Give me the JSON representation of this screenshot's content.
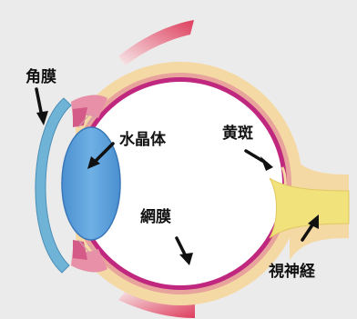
{
  "labels": {
    "cornea": "角膜",
    "lens": "水晶体",
    "macula": "黄斑",
    "retina": "網膜",
    "optic_nerve": "視神経"
  },
  "colors": {
    "background": "#ecebeb",
    "sclera": "#f4d9a4",
    "choroid": "#e8a39c",
    "retina": "#c0277f",
    "cornea": "#6fb3d6",
    "lens": "#5d9fd8",
    "optic_nerve": "#f2e27c",
    "muscle": "#e4607c",
    "arrow": "#111111"
  }
}
